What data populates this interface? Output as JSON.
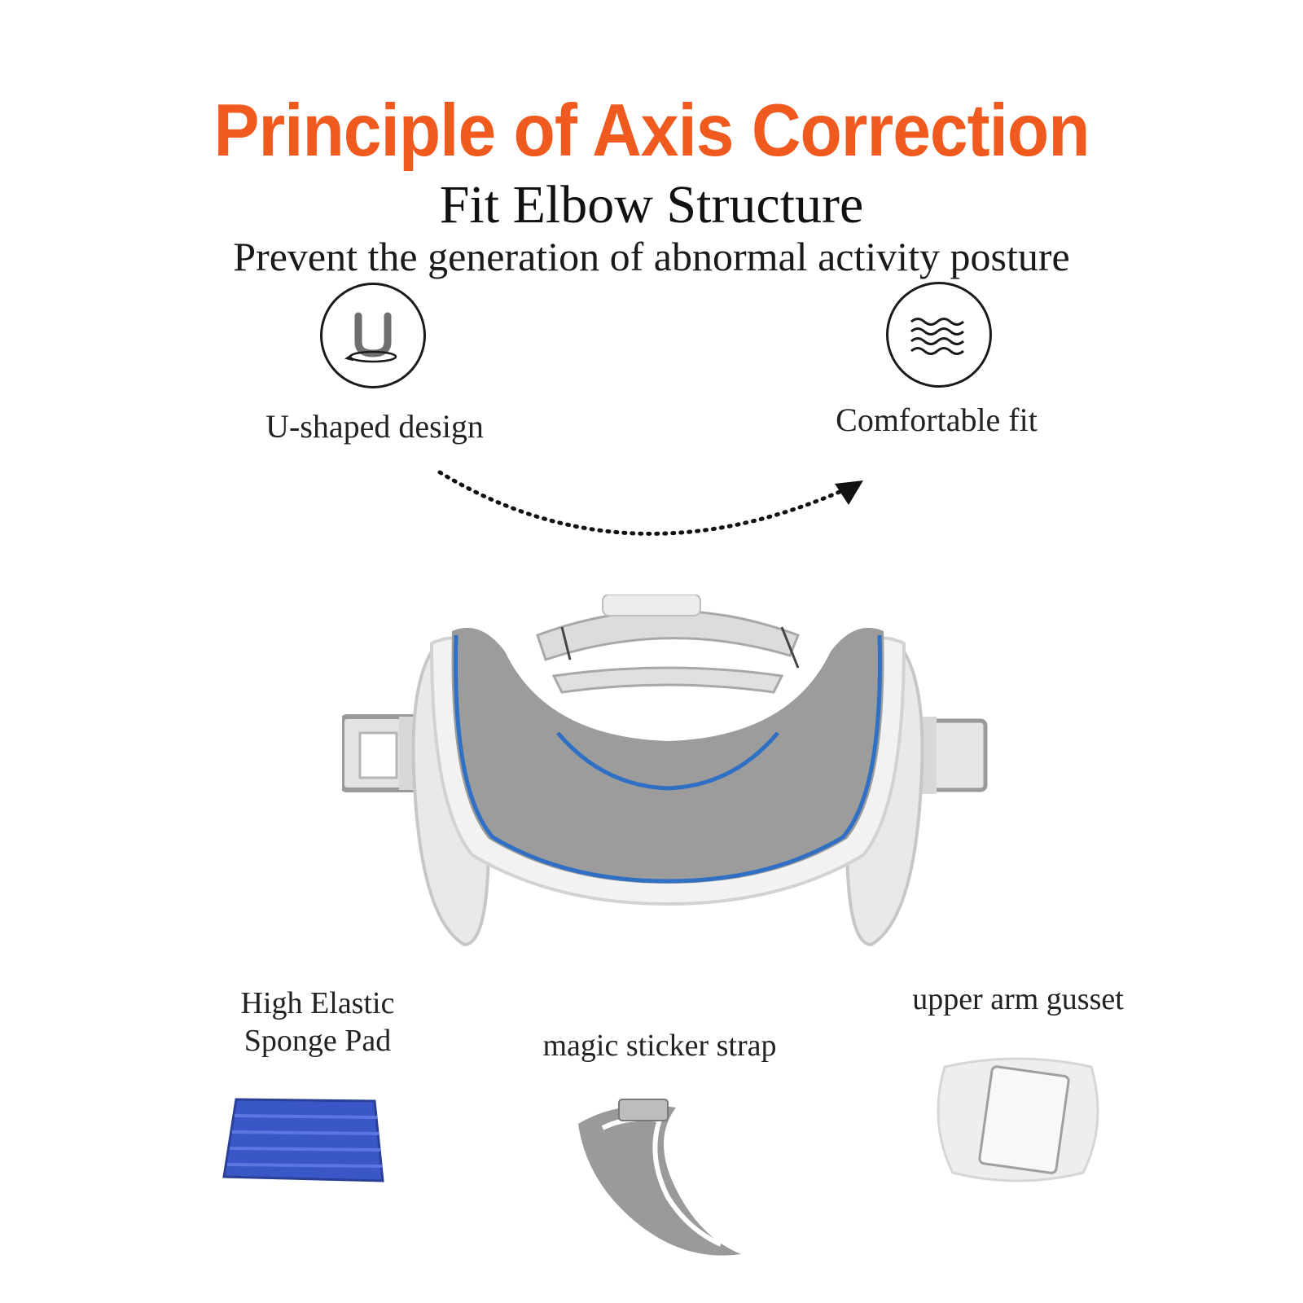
{
  "header": {
    "title": "Principle of Axis Correction",
    "subtitle": "Fit Elbow Structure",
    "tagline": "Prevent the generation of abnormal activity posture"
  },
  "features": [
    {
      "label": "U-shaped design",
      "icon": "u-shape-icon"
    },
    {
      "label": "Comfortable fit",
      "icon": "waves-icon"
    }
  ],
  "parts": [
    {
      "label_line1": "High Elastic",
      "label_line2": "Sponge Pad"
    },
    {
      "label": "magic sticker strap"
    },
    {
      "label": "upper arm gusset"
    }
  ],
  "colors": {
    "title": "#f05a1e",
    "accent_blue": "#2f6fc4",
    "pad_blue": "#3a57c8",
    "brace_gray": "#9a9a9a"
  }
}
